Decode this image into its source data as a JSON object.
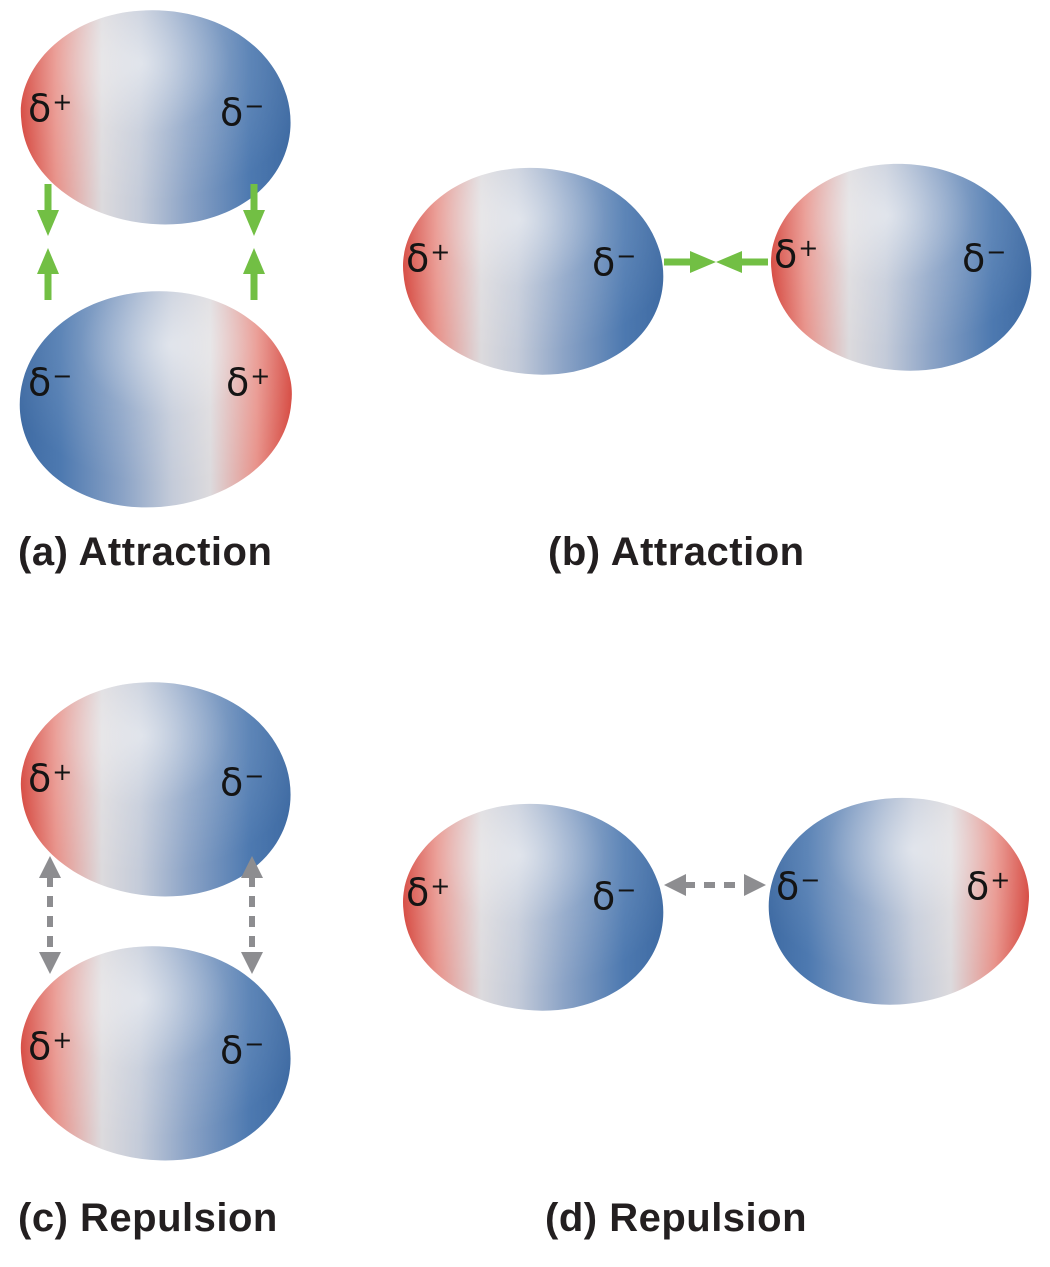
{
  "colors": {
    "attraction_arrow": "#72bf44",
    "repulsion_arrow": "#8d8d90",
    "positive_end": "#d5453c",
    "positive_mid": "#e8938b",
    "neutral_mid": "#dcdadd",
    "negative_mid": "#8ba3c6",
    "negative_end": "#4d79b0",
    "negative_deep": "#3f6ba3",
    "caption_text": "#231f20"
  },
  "panels": {
    "a": {
      "caption": "(a) Attraction",
      "interaction": "attraction",
      "molecules": {
        "top": {
          "left": {
            "base": "δ",
            "sign": "+"
          },
          "right": {
            "base": "δ",
            "sign": "−"
          }
        },
        "bottom": {
          "left": {
            "base": "δ",
            "sign": "−"
          },
          "right": {
            "base": "δ",
            "sign": "+"
          }
        }
      }
    },
    "b": {
      "caption": "(b) Attraction",
      "interaction": "attraction",
      "molecules": {
        "left": {
          "left": {
            "base": "δ",
            "sign": "+"
          },
          "right": {
            "base": "δ",
            "sign": "−"
          }
        },
        "right": {
          "left": {
            "base": "δ",
            "sign": "+"
          },
          "right": {
            "base": "δ",
            "sign": "−"
          }
        }
      }
    },
    "c": {
      "caption": "(c) Repulsion",
      "interaction": "repulsion",
      "molecules": {
        "top": {
          "left": {
            "base": "δ",
            "sign": "+"
          },
          "right": {
            "base": "δ",
            "sign": "−"
          }
        },
        "bottom": {
          "left": {
            "base": "δ",
            "sign": "+"
          },
          "right": {
            "base": "δ",
            "sign": "−"
          }
        }
      }
    },
    "d": {
      "caption": "(d) Repulsion",
      "interaction": "repulsion",
      "molecules": {
        "left": {
          "left": {
            "base": "δ",
            "sign": "+"
          },
          "right": {
            "base": "δ",
            "sign": "−"
          }
        },
        "right": {
          "left": {
            "base": "δ",
            "sign": "−"
          },
          "right": {
            "base": "δ",
            "sign": "+"
          }
        }
      }
    }
  }
}
